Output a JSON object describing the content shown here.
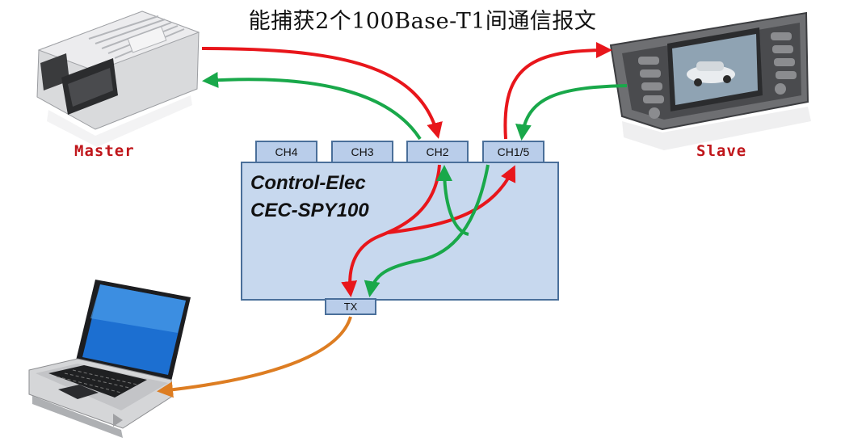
{
  "title": "能捕获2个100Base-T1间通信报文",
  "devices": {
    "master": {
      "label": "Master",
      "icon": "ecu-module-icon"
    },
    "slave": {
      "label": "Slave",
      "icon": "car-head-unit-icon"
    },
    "laptop": {
      "icon": "laptop-icon"
    }
  },
  "box": {
    "line1": "Control-Elec",
    "line2": "CEC-SPY100"
  },
  "ports": {
    "ch4": "CH4",
    "ch3": "CH3",
    "ch2": "CH2",
    "ch15": "CH1/5",
    "tx": "TX"
  },
  "colors": {
    "red_path": "#e8161b",
    "green_path": "#19a84a",
    "orange_path": "#dd7d22",
    "label_red": "#c0161b",
    "box_fill": "#c7d8ee",
    "box_border": "#4a6f9a"
  }
}
